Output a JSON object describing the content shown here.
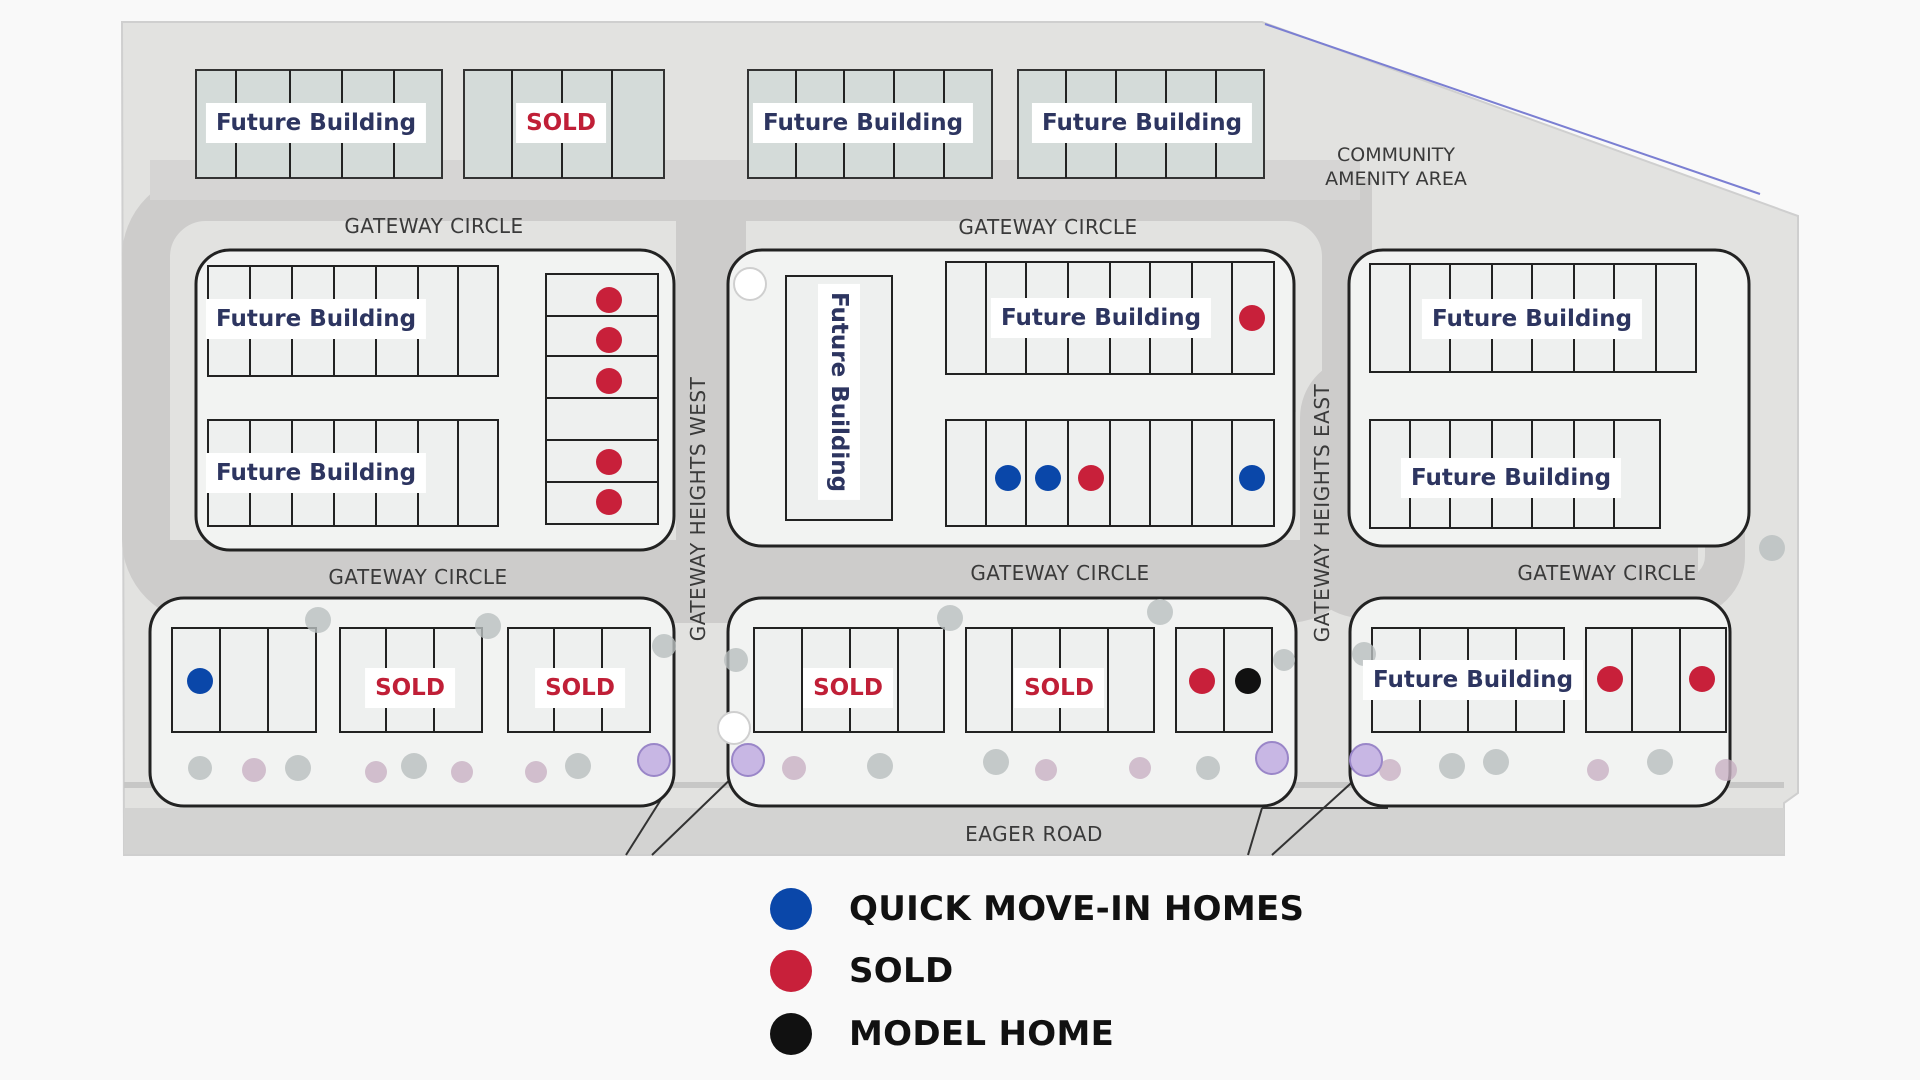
{
  "colors": {
    "quick_move_in": "#0a47a9",
    "sold": "#c8203a",
    "model_home": "#111111",
    "label_future": "#2d3560",
    "label_sold": "#c01f37"
  },
  "legend": [
    {
      "key": "quick_move_in",
      "label": "QUICK MOVE-IN HOMES"
    },
    {
      "key": "sold",
      "label": "SOLD"
    },
    {
      "key": "model_home",
      "label": "MODEL HOME"
    }
  ],
  "streets": {
    "gateway_circle": "GATEWAY CIRCLE",
    "gateway_heights_west": "GATEWAY HEIGHTS WEST",
    "gateway_heights_east": "GATEWAY HEIGHTS EAST",
    "eager_road": "EAGER ROAD"
  },
  "amenity": {
    "line1": "COMMUNITY",
    "line2": "AMENITY AREA"
  },
  "building_labels": {
    "future": "Future Building",
    "sold": "SOLD"
  },
  "lot_markers": [
    {
      "status": "sold",
      "building": "west-column"
    },
    {
      "status": "sold",
      "building": "west-column"
    },
    {
      "status": "sold",
      "building": "west-column"
    },
    {
      "status": "sold",
      "building": "west-column"
    },
    {
      "status": "sold",
      "building": "west-column"
    },
    {
      "status": "sold",
      "building": "center-north"
    },
    {
      "status": "quick_move_in",
      "building": "center-south"
    },
    {
      "status": "quick_move_in",
      "building": "center-south"
    },
    {
      "status": "sold",
      "building": "center-south"
    },
    {
      "status": "quick_move_in",
      "building": "center-south"
    },
    {
      "status": "quick_move_in",
      "building": "southwest"
    },
    {
      "status": "sold",
      "building": "south-center-east"
    },
    {
      "status": "model_home",
      "building": "south-center-east"
    },
    {
      "status": "sold",
      "building": "southeast"
    },
    {
      "status": "sold",
      "building": "southeast"
    }
  ]
}
